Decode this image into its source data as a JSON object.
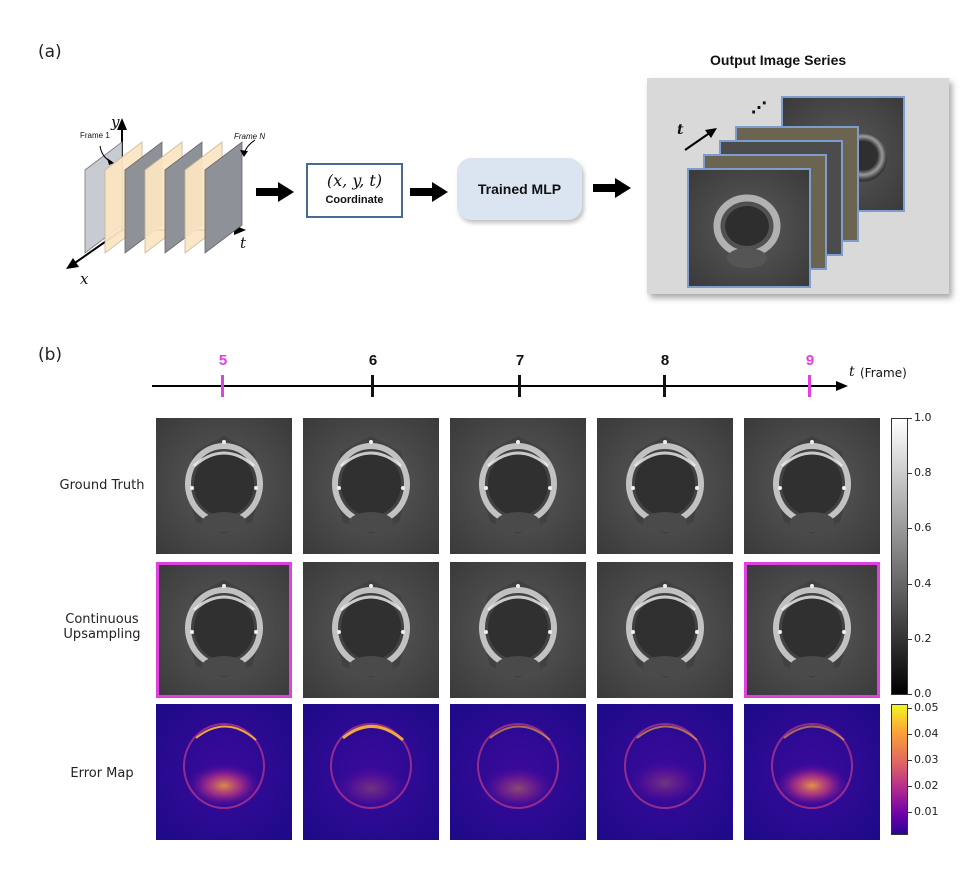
{
  "panel_a": {
    "label": "(a)",
    "axes": {
      "y": "y",
      "x": "x",
      "t": "t"
    },
    "frame_first_label": "Frame 1",
    "frame_last_label": "Frame N",
    "coord_tuple": "(x, y, t)",
    "coord_label": "Coordinate",
    "mlp_label": "Trained MLP",
    "output_title": "Output Image Series",
    "output_t": "t",
    "output_dots": "⋰"
  },
  "panel_b": {
    "label": "(b)",
    "timeline_axis_label": "(Frame)",
    "timeline_axis_var": "t",
    "timeline_ticks": [
      {
        "label": "5",
        "color": "#e040e0"
      },
      {
        "label": "6",
        "color": "#111111"
      },
      {
        "label": "7",
        "color": "#111111"
      },
      {
        "label": "8",
        "color": "#111111"
      },
      {
        "label": "9",
        "color": "#e040e0"
      }
    ],
    "rows": [
      {
        "label": "Ground Truth"
      },
      {
        "label": "Continuous Upsampling",
        "highlight_columns": [
          "5",
          "9"
        ]
      },
      {
        "label": "Error Map"
      }
    ],
    "gray_colorbar": {
      "ticks": [
        "1.0",
        "0.8",
        "0.6",
        "0.4",
        "0.2",
        "0.0"
      ]
    },
    "error_colorbar": {
      "ticks": [
        "0.05",
        "0.04",
        "0.03",
        "0.02",
        "0.01"
      ]
    }
  },
  "colors": {
    "highlight": "#e040e0",
    "box_border": "#4a6a96",
    "mlp_fill": "#dbe5f1"
  }
}
